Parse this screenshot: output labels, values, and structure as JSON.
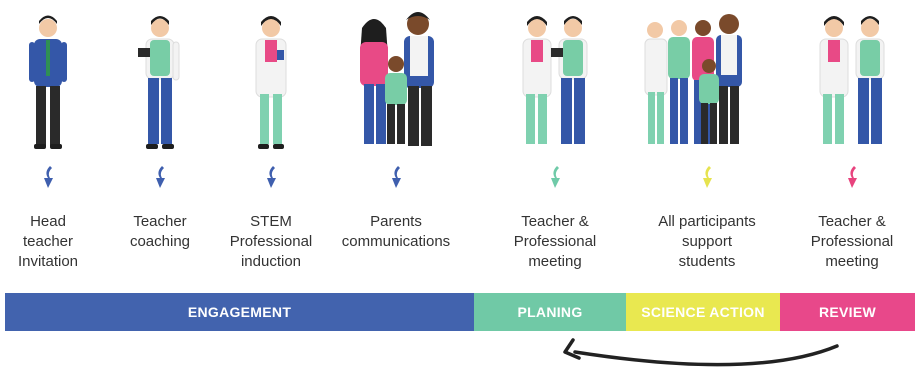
{
  "steps": [
    {
      "label": "Head\nteacher\nInvitation",
      "arrow_color": "#3f5fae"
    },
    {
      "label": "Teacher\ncoaching",
      "arrow_color": "#3f5fae"
    },
    {
      "label": "STEM\nProfessional\ninduction",
      "arrow_color": "#3f5fae"
    },
    {
      "label": "Parents\ncommunications",
      "arrow_color": "#3f5fae"
    },
    {
      "label": "Teacher &\nProfessional\nmeeting",
      "arrow_color": "#6fcaa8"
    },
    {
      "label": "All participants\nsupport\nstudents",
      "arrow_color": "#e6e34f"
    },
    {
      "label": "Teacher &\nProfessional\nmeeting",
      "arrow_color": "#e8437e"
    }
  ],
  "phases": [
    {
      "label": "ENGAGEMENT",
      "color": "#4263ae"
    },
    {
      "label": "PLANING",
      "color": "#70c9a6"
    },
    {
      "label": "SCIENCE ACTION",
      "color": "#e9e850"
    },
    {
      "label": "REVIEW",
      "color": "#e8488a"
    }
  ],
  "colors": {
    "skin_light": "#f2c9a6",
    "skin_dark": "#7a4a2b",
    "hair": "#1e1e1e",
    "vest": "#78cda6",
    "pants_blue": "#3457a8",
    "pants_dark": "#2a2a2a",
    "coat": "#f3f3f3",
    "pink": "#e84a86",
    "teal": "#7fd1b0"
  },
  "figure_icons": [
    "head-teacher-figure",
    "teacher-figure",
    "stem-professional-figure",
    "parents-family-figure",
    "teacher-and-professional-figure",
    "all-participants-figure",
    "teacher-and-professional-figure"
  ]
}
